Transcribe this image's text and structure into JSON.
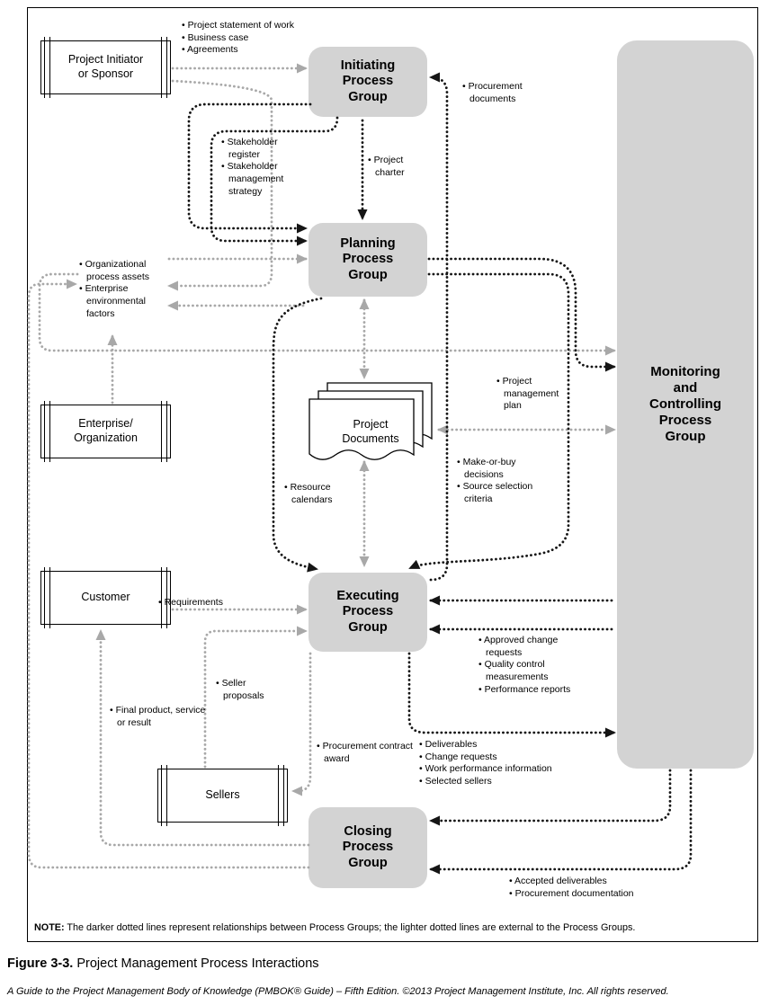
{
  "figure": {
    "note_label": "NOTE:",
    "note_text": " The darker dotted lines represent relationships between Process Groups; the lighter dotted lines are external to the Process Groups.",
    "caption_label": "Figure 3-3.",
    "caption_text": " Project Management Process Interactions",
    "credit": "A Guide to the Project Management Body of Knowledge (PMBOK® Guide) – Fifth Edition. ©2013 Project Management Institute, Inc. All rights reserved."
  },
  "process_groups": {
    "initiating": "Initiating\nProcess\nGroup",
    "planning": "Planning\nProcess\nGroup",
    "executing": "Executing\nProcess\nGroup",
    "closing": "Closing\nProcess\nGroup",
    "monitoring": "Monitoring\nand\nControlling\nProcess\nGroup"
  },
  "entities": {
    "initiator": "Project Initiator\nor Sponsor",
    "enterprise": "Enterprise/\nOrganization",
    "customer": "Customer",
    "sellers": "Sellers"
  },
  "artifacts": {
    "project_documents": "Project\nDocuments"
  },
  "labels": {
    "initiating_inputs": {
      "items": [
        "• Project statement of work",
        "• Business case",
        "• Agreements"
      ]
    },
    "procurement_documents": {
      "items": [
        "• Procurement documents"
      ]
    },
    "project_charter": {
      "items": [
        "• Project charter"
      ]
    },
    "stakeholder_outputs": {
      "items": [
        "• Stakeholder register",
        "• Stakeholder management strategy"
      ]
    },
    "org_process_assets": {
      "items": [
        "• Organizational process assets",
        "• Enterprise environmental factors"
      ]
    },
    "project_management_plan": {
      "items": [
        "• Project management plan"
      ]
    },
    "make_or_buy": {
      "items": [
        "• Make-or-buy decisions",
        "• Source selection criteria"
      ]
    },
    "resource_calendars": {
      "items": [
        "• Resource calendars"
      ]
    },
    "requirements": {
      "items": [
        "• Requirements"
      ]
    },
    "approved_change_requests": {
      "items": [
        "• Approved change requests",
        "• Quality control measurements",
        "• Performance reports"
      ]
    },
    "seller_proposals": {
      "items": [
        "• Seller proposals"
      ]
    },
    "final_product": {
      "items": [
        "• Final product, service or result"
      ]
    },
    "procurement_contract_award": {
      "items": [
        "• Procurement contract award"
      ]
    },
    "deliverables": {
      "items": [
        "• Deliverables",
        "• Change requests",
        "• Work performance information",
        "• Selected sellers"
      ]
    },
    "accepted_deliverables": {
      "items": [
        "• Accepted deliverables",
        "• Procurement documentation"
      ]
    }
  },
  "colors": {
    "process_group_fill": "#d3d3d3",
    "dark_line": "#151515",
    "light_line": "#a8a8a8"
  }
}
